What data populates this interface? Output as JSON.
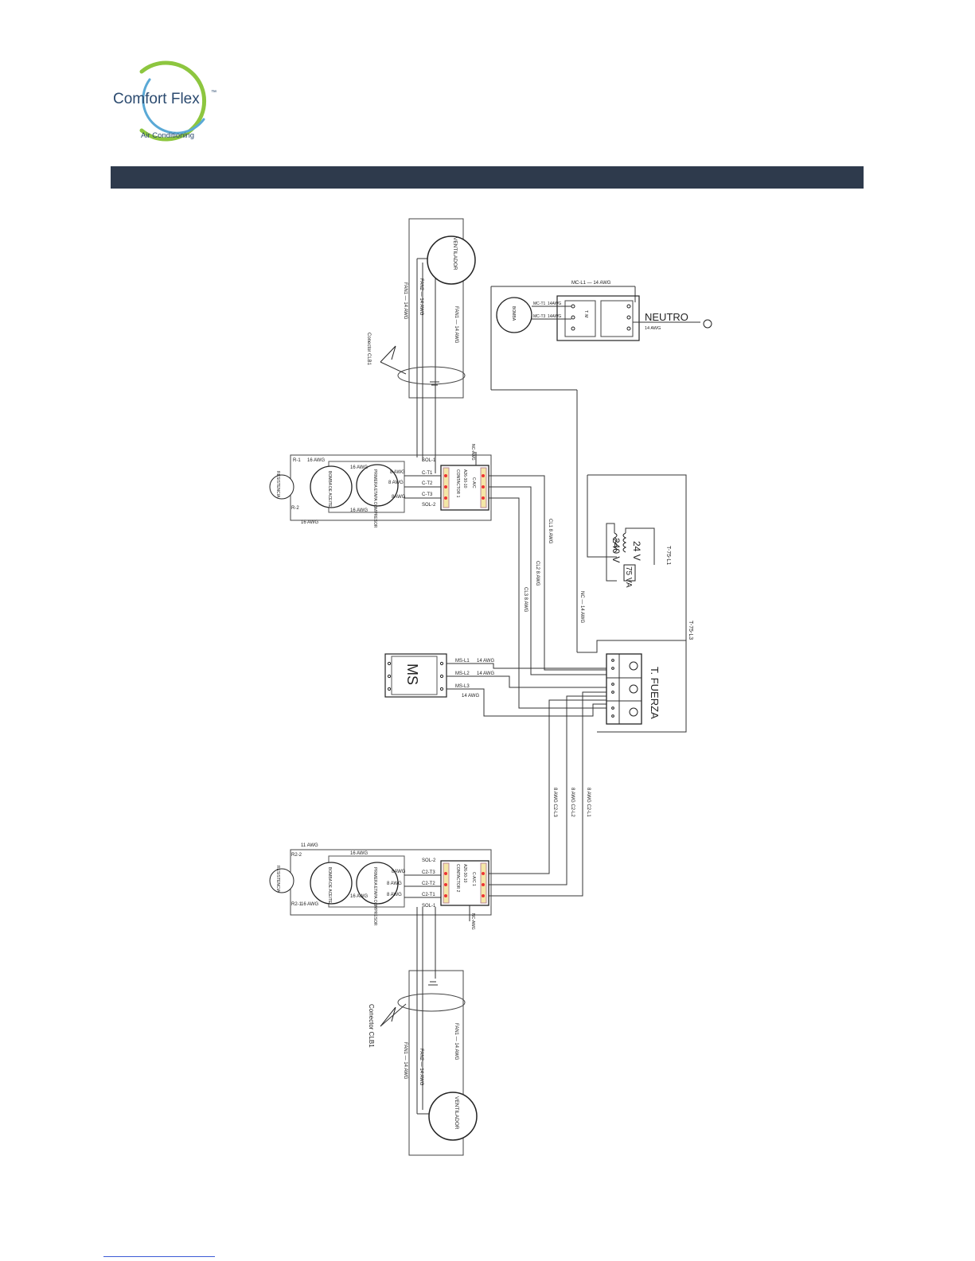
{
  "brand": {
    "name": "Comfort Flex",
    "trademark": "™",
    "tagline": "Air Conditioning",
    "colors": {
      "navy": "#2b4a6f",
      "green": "#8dc63f",
      "blue": "#5aa9d6",
      "bar": "#2e3a4c"
    }
  },
  "header": {
    "title": ""
  },
  "diagram": {
    "top_fan": "VENTILADOR",
    "top_fan_wire_a": "FAN1 — 14 AWG",
    "top_fan_wire_b": "FAN2 — 14 AWG",
    "top_fan_wire_c": "FAN1 — 14 AWG",
    "top_connector": "Conector CLB1",
    "top_label_16awg_a": "16 AWG",
    "top_label_16awg_b": "16 AWG",
    "top_label_16awg_c": "16 AWG",
    "top_label_16awg_d": "16 AWG",
    "top_label_8awg_a": "8 AWG",
    "top_label_8awg_b": "8 AWG",
    "top_label_8awg_c": "8AWG",
    "top_sol1": "SOL-1",
    "top_sol2": "SOL-2",
    "top_ct1": "C-T1",
    "top_ct2": "C-T2",
    "top_ct3": "C-T3",
    "top_r1": "R-1",
    "top_r2": "R-2",
    "top_res": "RESISTENCIA",
    "top_pump": "BOMBA DE ACEITE",
    "top_compressor": "PRIMERA ETAPA COMPRESOR",
    "top_contactor": "CONTACTOR 1",
    "top_contactor_model": "A26-30-10",
    "top_cac": "C-A/C",
    "top_nc": "NC-AWG",
    "mid_cl1": "CL1  8 AWG",
    "mid_cl2": "CL2  8 AWG",
    "mid_cl3": "CL3  8 AWG",
    "mid_nc": "NC — 14 AWG",
    "bomba": "BOMBA",
    "bomba_mc": "MC-L1 — 14 AWG",
    "bomba_mc1": "MC-T1",
    "bomba_mc2": "MC-T3",
    "bomba_awg1": "14AWG",
    "bomba_awg2": "14AWG",
    "neutro": "NEUTRO",
    "neutro_awg": "14 AWG",
    "t_block": "T. M",
    "transformer_primary": "240 V",
    "transformer_secondary": "24 V",
    "transformer_va": "75 VA",
    "t75_l1": "T-75-L1",
    "t75_l3": "T-75-L3",
    "ms": "MS",
    "ms_l1": "MS-L1",
    "ms_l2": "MS-L2",
    "ms_l3": "MS-L3",
    "ms_awg_a": "14 AWG",
    "ms_awg_b": "14 AWG",
    "ms_awg_c": "14 AWG",
    "fuerza": "T. FUERZA",
    "low_c1": "8 AWG  C2-L1",
    "low_c2": "8 AWG  C2-L2",
    "low_c3": "8 AWG  C2-L3",
    "bot_label_11awg": "11 AWG",
    "bot_label_16awg_a": "16 AWG",
    "bot_label_16awg_b": "16 AWG",
    "bot_label_16awg_c": "16 AWG",
    "bot_label_8awg_a": "8AWG",
    "bot_label_8awg_b": "8 AWG",
    "bot_label_8awg_c": "8 AWG",
    "bot_sol1": "SOL-1",
    "bot_sol2": "SOL-2",
    "bot_ct1": "C2-T1",
    "bot_ct2": "C2-T2",
    "bot_ct3": "C2-T3",
    "bot_r1": "R2-1",
    "bot_r2": "R2-2",
    "bot_res": "RESISTENCIA",
    "bot_pump": "BOMBA DE ACEITE",
    "bot_compressor": "PRIMERA ETAPA COMPRESOR",
    "bot_contactor": "CONTACTOR 2",
    "bot_contactor_model": "A26-30-10",
    "bot_cac": "C-A/C 1",
    "bot_nc": "NC-AWG",
    "bot_connector": "Conector CLB1",
    "bot_fan": "VENTILADOR",
    "bot_fan_wire_a": "FAN1 — 14 AWG",
    "bot_fan_wire_b": "FAN2 — 14 AWG",
    "bot_fan_wire_c": "FAN1 — 14 AWG"
  }
}
